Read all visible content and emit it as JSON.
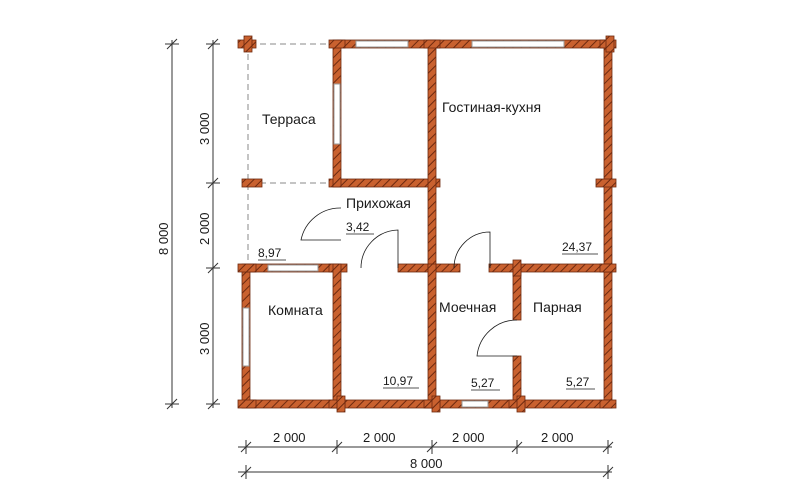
{
  "plan": {
    "rooms": [
      {
        "id": "terrace",
        "name": "Терраса",
        "area": "8,97"
      },
      {
        "id": "living-kitchen",
        "name": "Гостиная-кухня",
        "area": "24,37"
      },
      {
        "id": "hall",
        "name": "Прихожая",
        "area": "3,42"
      },
      {
        "id": "room",
        "name": "Комната",
        "area": "10,97"
      },
      {
        "id": "washroom",
        "name": "Моечная",
        "area": "5,27"
      },
      {
        "id": "steam-room",
        "name": "Парная",
        "area": "5,27"
      }
    ],
    "dimensions": {
      "left": [
        "3 000",
        "2 000",
        "3 000"
      ],
      "left_total": "8 000",
      "bottom": [
        "2 000",
        "2 000",
        "2 000",
        "2 000"
      ],
      "bottom_total": "8 000"
    },
    "colors": {
      "wall": "#c9612f",
      "wall_hatch": "#6e2a10",
      "window": "#9a9a9a",
      "dimension_line": "#333333",
      "dashed": "#888888"
    }
  }
}
